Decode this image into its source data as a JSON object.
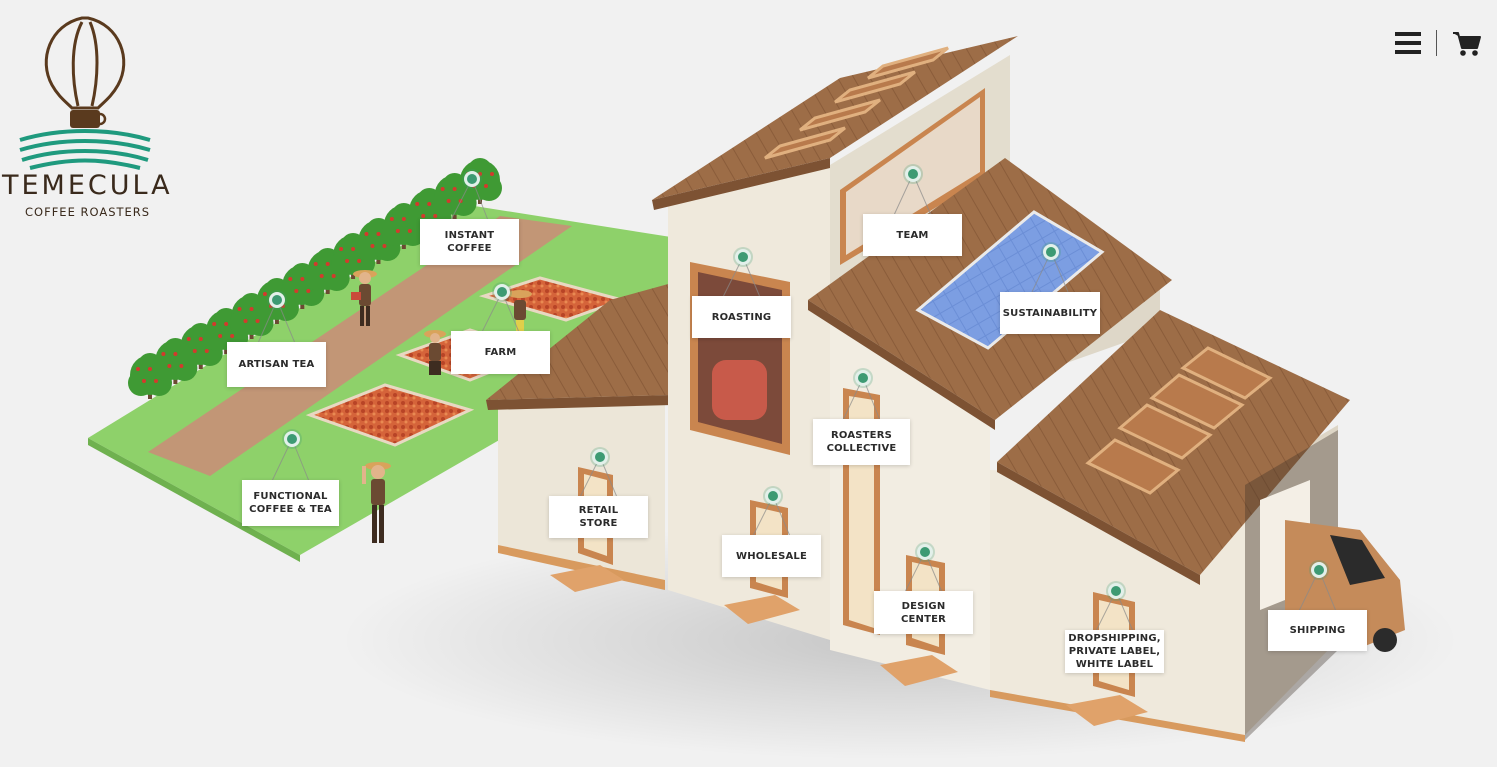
{
  "brand": {
    "name": "TEMECULA",
    "tagline": "COFFEE ROASTERS",
    "color_brown": "#5a3a1e",
    "color_green": "#1f9a7e"
  },
  "header": {
    "menu_icon": "hamburger-menu-icon",
    "cart_icon": "shopping-cart-icon"
  },
  "colors": {
    "pin": "#3d9a73",
    "roof": "#9a6a45",
    "wall": "#ece6d8",
    "grass": "#8fd469",
    "path": "#c49a78"
  },
  "hotspots": [
    {
      "id": "instant-coffee",
      "label": "INSTANT\nCOFFEE"
    },
    {
      "id": "artisan-tea",
      "label": "ARTISAN TEA"
    },
    {
      "id": "farm",
      "label": "FARM"
    },
    {
      "id": "functional-coffee-tea",
      "label": "FUNCTIONAL\nCOFFEE & TEA"
    },
    {
      "id": "roasting",
      "label": "ROASTING"
    },
    {
      "id": "team",
      "label": "TEAM"
    },
    {
      "id": "sustainability",
      "label": "SUSTAINABILITY"
    },
    {
      "id": "roasters-collective",
      "label": "ROASTERS\nCOLLECTIVE"
    },
    {
      "id": "retail-store",
      "label": "RETAIL\nSTORE"
    },
    {
      "id": "wholesale",
      "label": "WHOLESALE"
    },
    {
      "id": "design-center",
      "label": "DESIGN\nCENTER"
    },
    {
      "id": "dropshipping",
      "label": "DROPSHIPPING,\nPRIVATE LABEL,\nWHITE LABEL"
    },
    {
      "id": "shipping",
      "label": "SHIPPING"
    }
  ]
}
